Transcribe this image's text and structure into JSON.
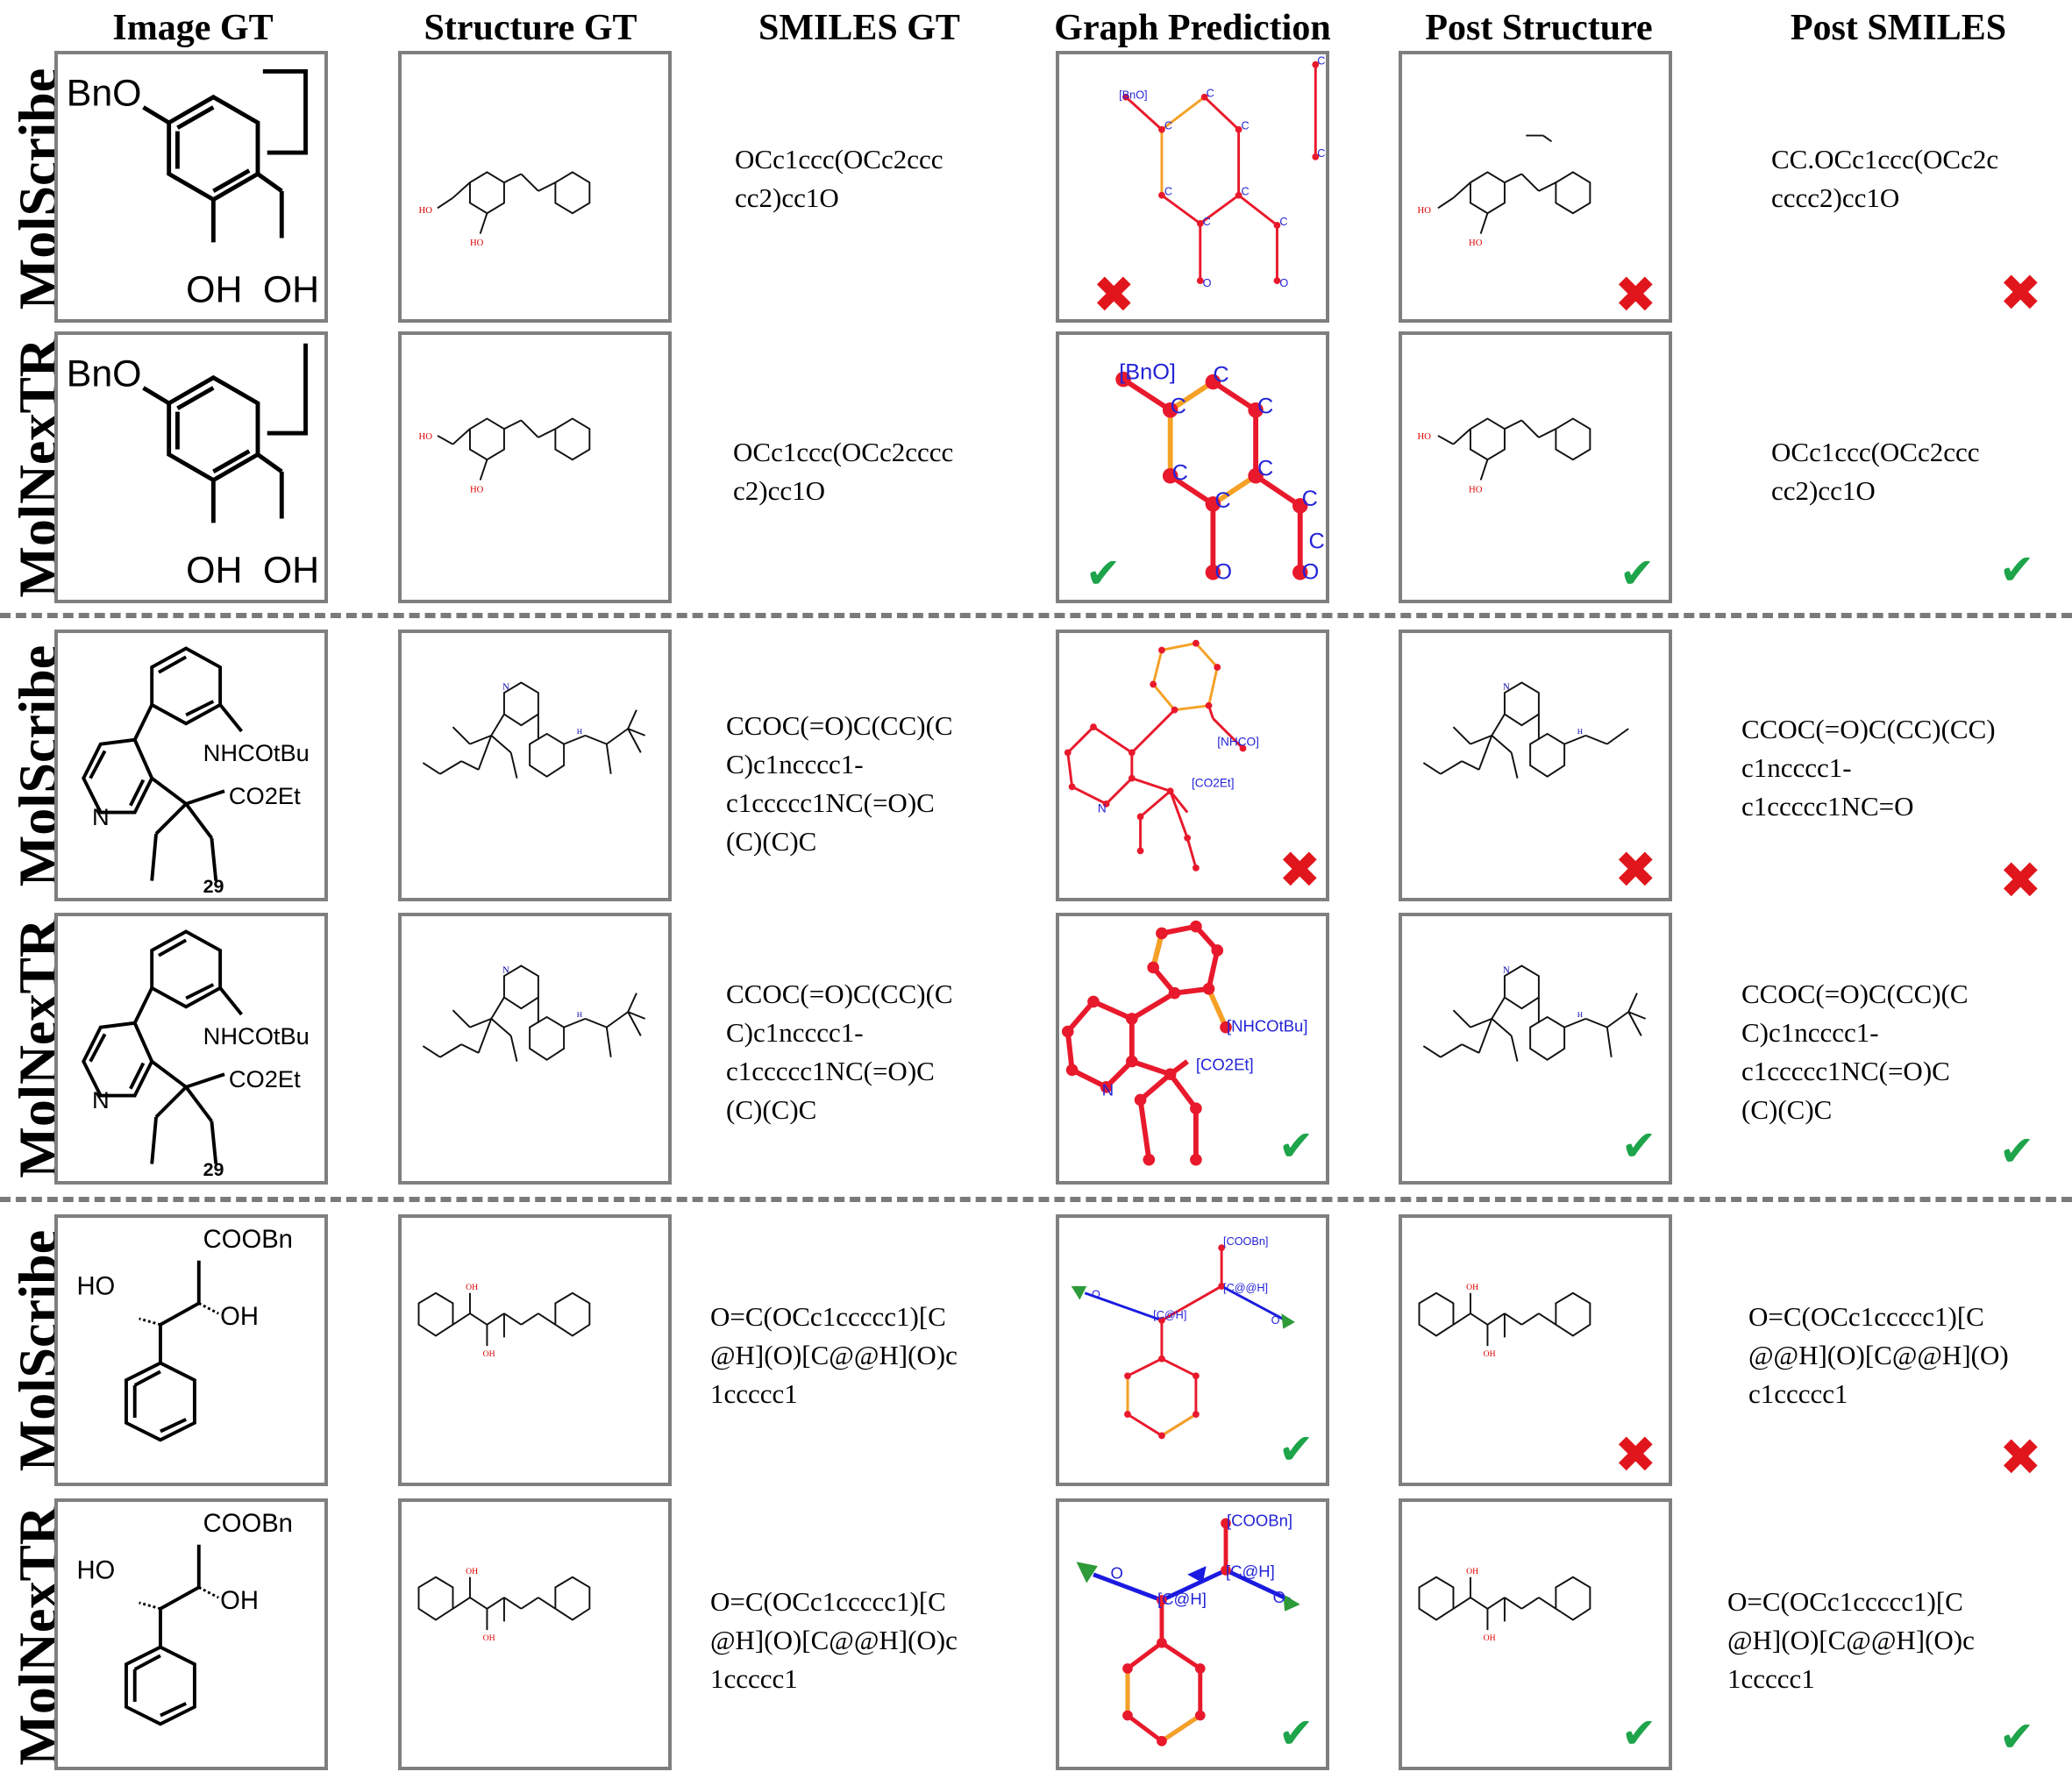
{
  "headers": [
    "Image GT",
    "Structure GT",
    "SMILES GT",
    "Graph Prediction",
    "Post Structure",
    "Post SMILES"
  ],
  "rows": [
    {
      "method": "MolScribe",
      "image_labels": {
        "a": "BnO",
        "b": "OH",
        "c": "OH"
      },
      "smiles_gt": "OCc1ccc(OCc2ccc\ncc2)cc1O",
      "graph_labels": [
        "[BnO]",
        "C",
        "C",
        "C",
        "C",
        "C",
        "C",
        "C",
        "C",
        "C",
        "O",
        "O"
      ],
      "graph_result": "incorrect",
      "post_structure_result": "incorrect",
      "post_smiles": "CC.OCc1ccc(OCc2c\ncccc2)cc1O",
      "post_smiles_result": "incorrect"
    },
    {
      "method": "MolNexTR",
      "image_labels": {
        "a": "BnO",
        "b": "OH",
        "c": "OH"
      },
      "smiles_gt": "OCc1ccc(OCc2cccc\nc2)cc1O",
      "graph_labels": [
        "[BnO]",
        "C",
        "C",
        "C",
        "C",
        "C",
        "C",
        "C",
        "C",
        "O",
        "O"
      ],
      "graph_result": "correct",
      "post_structure_result": "correct",
      "post_smiles": "OCc1ccc(OCc2ccc\ncc2)cc1O",
      "post_smiles_result": "correct"
    },
    {
      "method": "MolScribe",
      "image_labels": {
        "a": "NHCOtBu",
        "b": "CO2Et",
        "c": "N",
        "d": "29"
      },
      "smiles_gt": "CCOC(=O)C(CC)(C\nC)c1ncccc1-\nc1ccccc1NC(=O)C\n(C)(C)C",
      "graph_labels": [
        "[NHCO]",
        "[CO2Et]",
        "N"
      ],
      "graph_result": "incorrect",
      "post_structure_result": "incorrect",
      "post_smiles": "CCOC(=O)C(CC)(CC)\nc1ncccc1-\nc1ccccc1NC=O",
      "post_smiles_result": "incorrect"
    },
    {
      "method": "MolNexTR",
      "image_labels": {
        "a": "NHCOtBu",
        "b": "CO2Et",
        "c": "N",
        "d": "29"
      },
      "smiles_gt": "CCOC(=O)C(CC)(C\nC)c1ncccc1-\nc1ccccc1NC(=O)C\n(C)(C)C",
      "graph_labels": [
        "[NHCOtBu]",
        "[CO2Et]",
        "N"
      ],
      "graph_result": "correct",
      "post_structure_result": "correct",
      "post_smiles": "CCOC(=O)C(CC)(C\nC)c1ncccc1-\nc1ccccc1NC(=O)C\n(C)(C)C",
      "post_smiles_result": "correct"
    },
    {
      "method": "MolScribe",
      "image_labels": {
        "a": "COOBn",
        "b": "HO",
        "c": "OH"
      },
      "smiles_gt": "O=C(OCc1ccccc1)[C\n@H](O)[C@@H](O)c\n1ccccc1",
      "graph_labels": [
        "[COOBn]",
        "[C@@H]",
        "[C@H]",
        "O",
        "O"
      ],
      "graph_result": "correct",
      "post_structure_result": "incorrect",
      "post_smiles": "O=C(OCc1ccccc1)[C\n@@H](O)[C@@H](O)\nc1ccccc1",
      "post_smiles_result": "incorrect"
    },
    {
      "method": "MolNexTR",
      "image_labels": {
        "a": "COOBn",
        "b": "HO",
        "c": "OH"
      },
      "smiles_gt": "O=C(OCc1ccccc1)[C\n@H](O)[C@@H](O)c\n1ccccc1",
      "graph_labels": [
        "[COOBn]",
        "[C@H]",
        "[C@H]",
        "O",
        "O"
      ],
      "graph_result": "correct",
      "post_structure_result": "correct",
      "post_smiles": "O=C(OCc1ccccc1)[C\n@H](O)[C@@H](O)c\n1ccccc1",
      "post_smiles_result": "correct"
    }
  ],
  "symbols": {
    "correct": "✔",
    "incorrect": "✖"
  },
  "colors": {
    "atom": "#e8192c",
    "bond_red": "#e8192c",
    "bond_orange": "#f4a126",
    "bond_blue": "#1a1ae0",
    "arrow_green": "#2e9a3a",
    "label_blue": "#2323d8",
    "panel_border": "#7f7f7f"
  }
}
